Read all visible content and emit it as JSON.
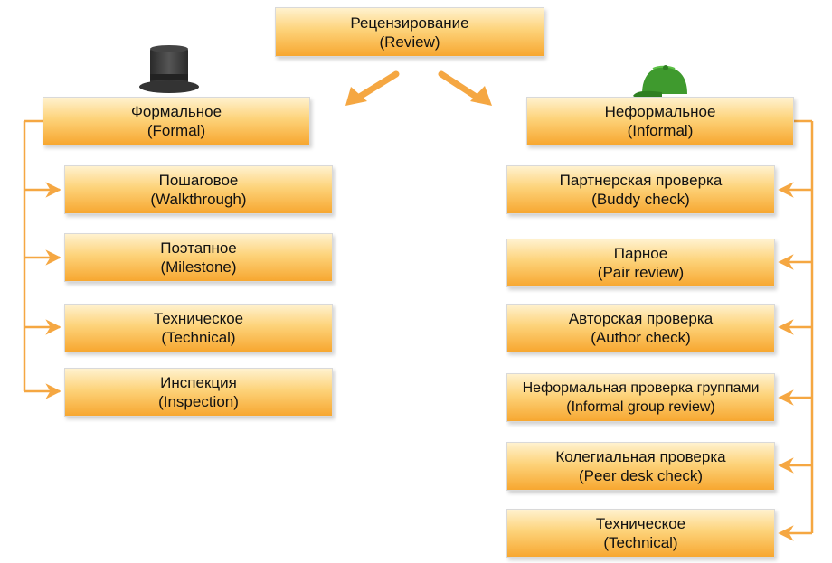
{
  "root": {
    "line1": "Рецензирование",
    "line2": "(Review)"
  },
  "formal": {
    "line1": "Формальное",
    "line2": "(Formal)",
    "hat_icon": "top-hat-icon",
    "items": [
      {
        "line1": "Пошаговое",
        "line2": "(Walkthrough)"
      },
      {
        "line1": "Поэтапное",
        "line2": "(Milestone)"
      },
      {
        "line1": "Техническое",
        "line2": "(Technical)"
      },
      {
        "line1": "Инспекция",
        "line2": "(Inspection)"
      }
    ]
  },
  "informal": {
    "line1": "Неформальное",
    "line2": "(Informal)",
    "hat_icon": "baseball-cap-icon",
    "items": [
      {
        "line1": "Партнерская проверка",
        "line2": "(Buddy check)"
      },
      {
        "line1": "Парное",
        "line2": "(Pair review)"
      },
      {
        "line1": "Авторская проверка",
        "line2": "(Author check)"
      },
      {
        "line1": "Неформальная проверка группами",
        "line2": "(Informal group review)"
      },
      {
        "line1": "Колегиальная проверка",
        "line2": "(Peer desk check)"
      },
      {
        "line1": "Техническое",
        "line2": "(Technical)"
      }
    ]
  },
  "colors": {
    "box_top": "#fff2cf",
    "box_bottom": "#f7a730",
    "connector": "#f5a742",
    "top_hat": "#3a3a3a",
    "cap": "#3f9a2e"
  }
}
